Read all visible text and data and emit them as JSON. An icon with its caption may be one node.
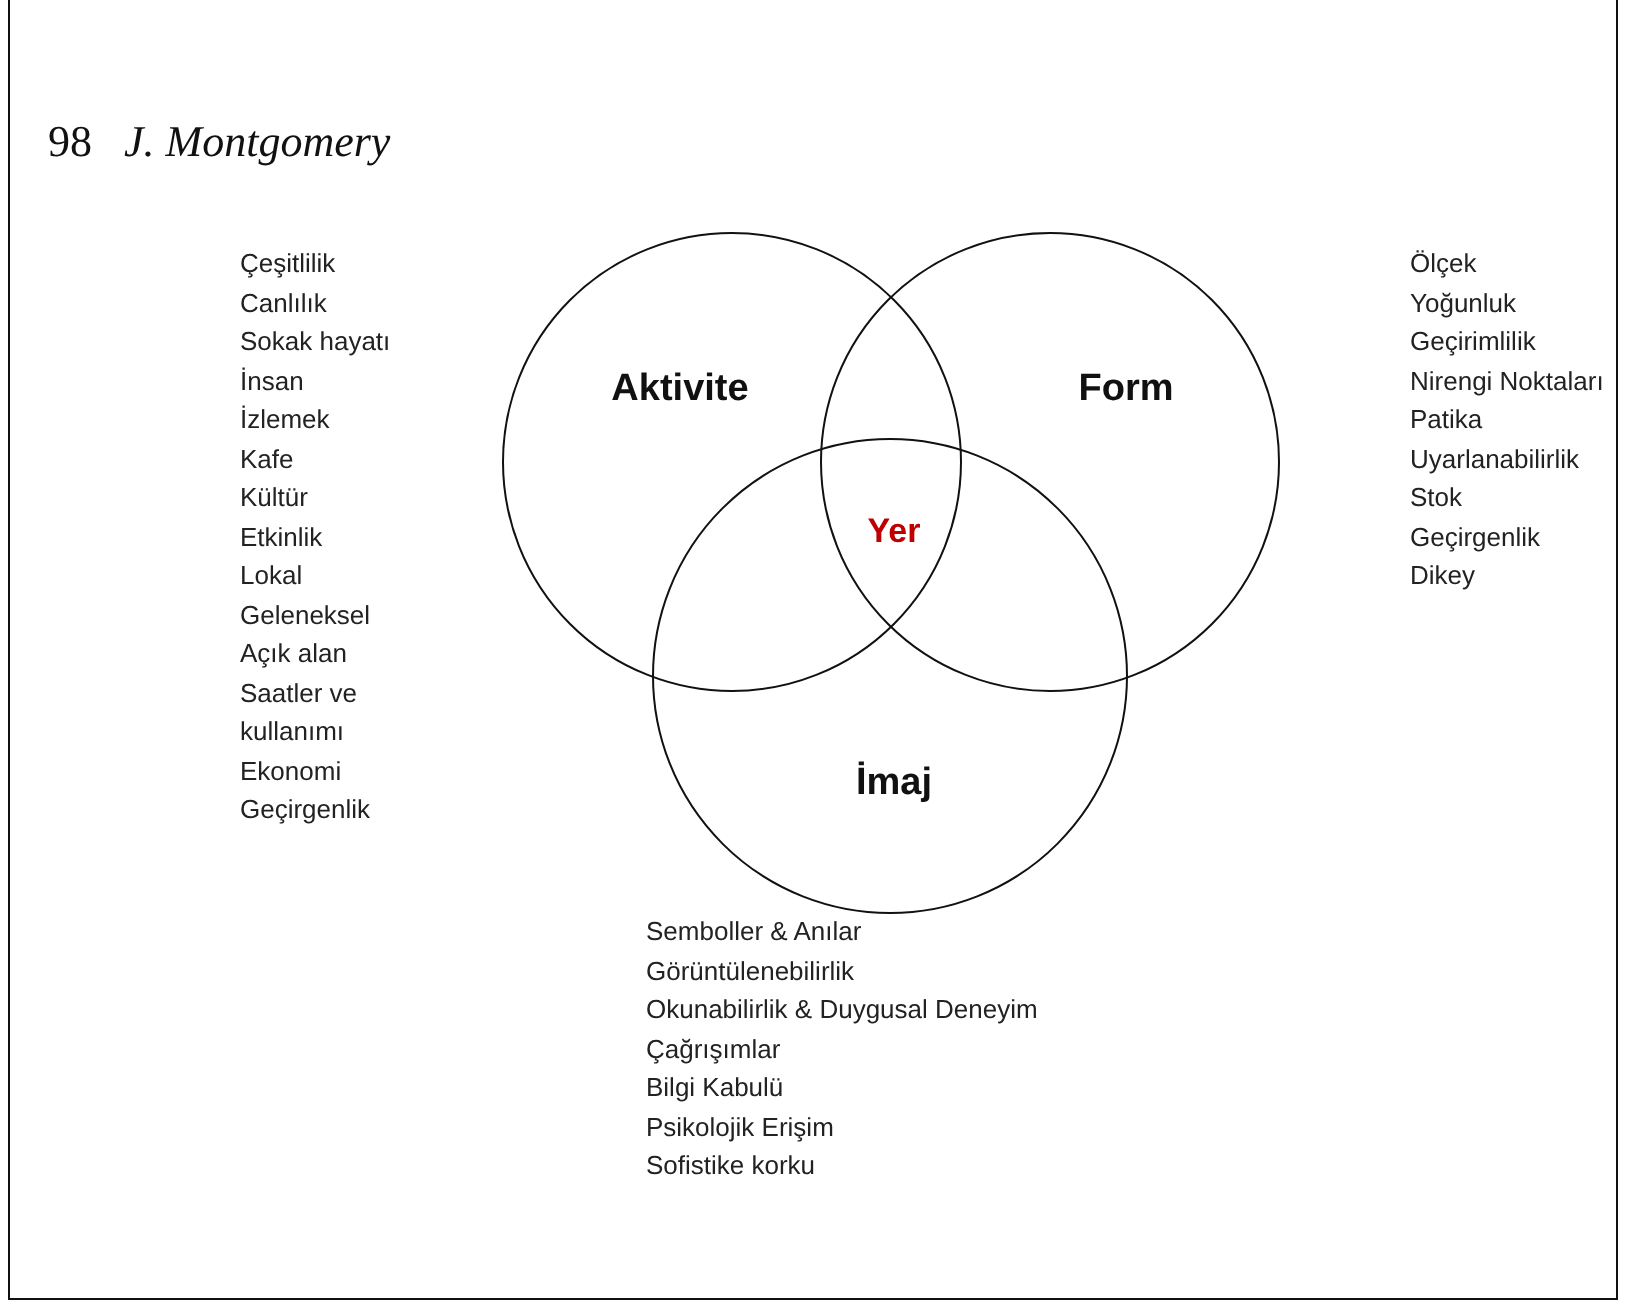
{
  "diagram": {
    "title": "J. Montgomery",
    "nodes": [
      {
        "text": [
          "Aktivite"
        ],
        "beside": [
          "Çeşitlilik",
          "Canlılık",
          "Sokak hayatı",
          "İnsan",
          "İzlemek",
          "Kafe",
          "Kültür",
          "Etkinlik",
          "Lokal",
          "Geleneksel",
          "Açık alan",
          "Saatler ve kullanımı",
          "Ekonomi",
          "Geçirgenlik"
        ]
      },
      {
        "text": [
          "Form"
        ],
        "beside": [
          "Ölçek",
          "Yoğunluk",
          "Geçirimlilik",
          "Nirengi Noktaları",
          "Patika",
          "Uyarlanabilirlik",
          "Stok",
          "Geçirgenlik",
          "Dikey"
        ]
      },
      {
        "text": [
          "İmaj"
        ],
        "beside": [
          "Semboller & Anılar",
          "Görüntülenebilirlik",
          "Okunabilirlik & Duygusal Deneyim",
          "Çağrışımlar",
          "Bilgi Kabulü",
          "Psikolojik Erişim",
          "Sofistike korku"
        ]
      }
    ],
    "edges": [],
    "labels": [
      "98",
      "Yer"
    ]
  }
}
